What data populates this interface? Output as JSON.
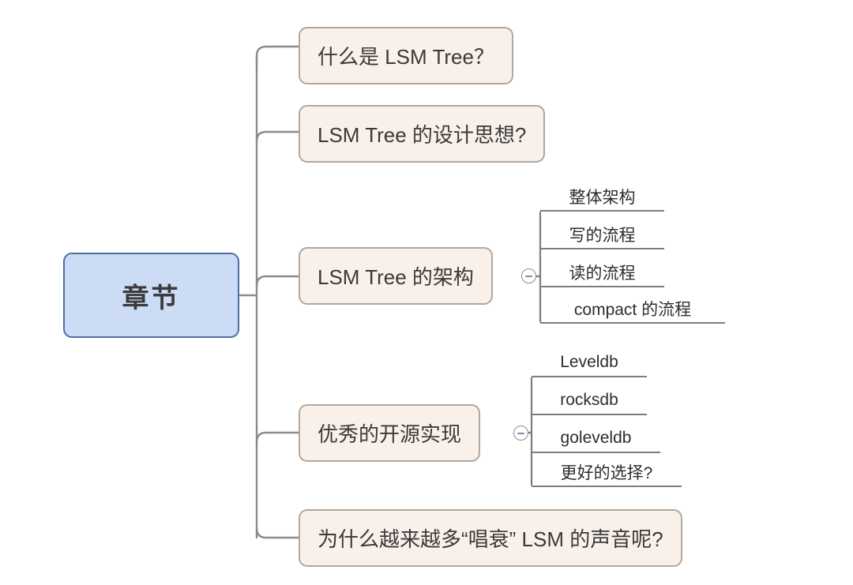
{
  "diagram": {
    "type": "mind-map",
    "title": "章节",
    "colors": {
      "root_fill": "#ccdcf5",
      "root_border": "#4a6fa5",
      "branch_fill": "#faf0ea",
      "branch_border": "#b0a79d",
      "edge": "#8b8b8b",
      "leaf_rule": "#7d7d7d",
      "toggle_glyph": "#7a8fb8",
      "canvas": "#ffffff"
    },
    "root": {
      "label": "章节"
    },
    "branches": [
      {
        "id": "what-is-lsm-tree",
        "label": "什么是 LSM Tree？",
        "collapsible": false,
        "children": []
      },
      {
        "id": "design-philosophy",
        "label": "LSM Tree 的设计思想?",
        "collapsible": false,
        "children": []
      },
      {
        "id": "architecture",
        "label": "LSM Tree 的架构",
        "collapsible": true,
        "toggle_state": "expanded",
        "toggle_icon": "minus-circle-icon",
        "children": [
          {
            "id": "overall-architecture",
            "label": "整体架构"
          },
          {
            "id": "write-flow",
            "label": "写的流程"
          },
          {
            "id": "read-flow",
            "label": "读的流程"
          },
          {
            "id": "compact-flow",
            "label": "compact 的流程"
          }
        ]
      },
      {
        "id": "open-source-impl",
        "label": "优秀的开源实现",
        "collapsible": true,
        "toggle_state": "expanded",
        "toggle_icon": "minus-circle-icon",
        "children": [
          {
            "id": "leveldb",
            "label": "Leveldb"
          },
          {
            "id": "rocksdb",
            "label": "rocksdb"
          },
          {
            "id": "goleveldb",
            "label": "goleveldb"
          },
          {
            "id": "better-choice",
            "label": "更好的选择?"
          }
        ]
      },
      {
        "id": "why-lsm-criticism",
        "label": "为什么越来越多“唱衰” LSM 的声音呢?",
        "collapsible": false,
        "children": []
      }
    ]
  }
}
